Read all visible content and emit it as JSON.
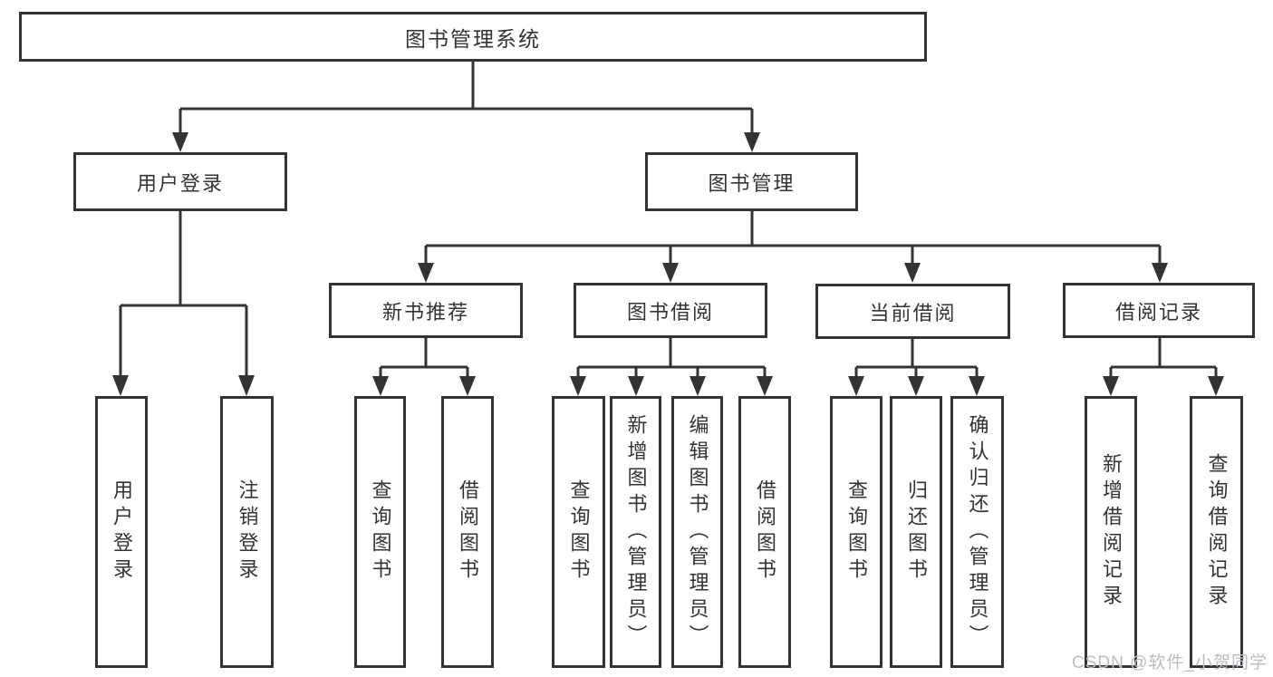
{
  "diagram": {
    "root": {
      "label": "图书管理系统"
    },
    "branches": [
      {
        "label": "用户登录",
        "children": [
          {
            "label": "用户登录"
          },
          {
            "label": "注销登录"
          }
        ]
      },
      {
        "label": "图书管理",
        "children": [
          {
            "label": "新书推荐",
            "children": [
              {
                "label": "查询图书"
              },
              {
                "label": "借阅图书"
              }
            ]
          },
          {
            "label": "图书借阅",
            "children": [
              {
                "label": "查询图书"
              },
              {
                "label": "新增图书（管理员）"
              },
              {
                "label": "编辑图书（管理员）"
              },
              {
                "label": "借阅图书"
              }
            ]
          },
          {
            "label": "当前借阅",
            "children": [
              {
                "label": "查询图书"
              },
              {
                "label": "归还图书"
              },
              {
                "label": "确认归还（管理员）"
              }
            ]
          },
          {
            "label": "借阅记录",
            "children": [
              {
                "label": "新增借阅记录"
              },
              {
                "label": "查询借阅记录"
              }
            ]
          }
        ]
      }
    ]
  },
  "watermark": {
    "text": "CSDN @软件_小贺同学"
  },
  "colors": {
    "line": "#333333",
    "text": "#333333",
    "box_background": "#ffffff",
    "page_background": "#ffffff",
    "watermark": "#b9bdc3"
  }
}
